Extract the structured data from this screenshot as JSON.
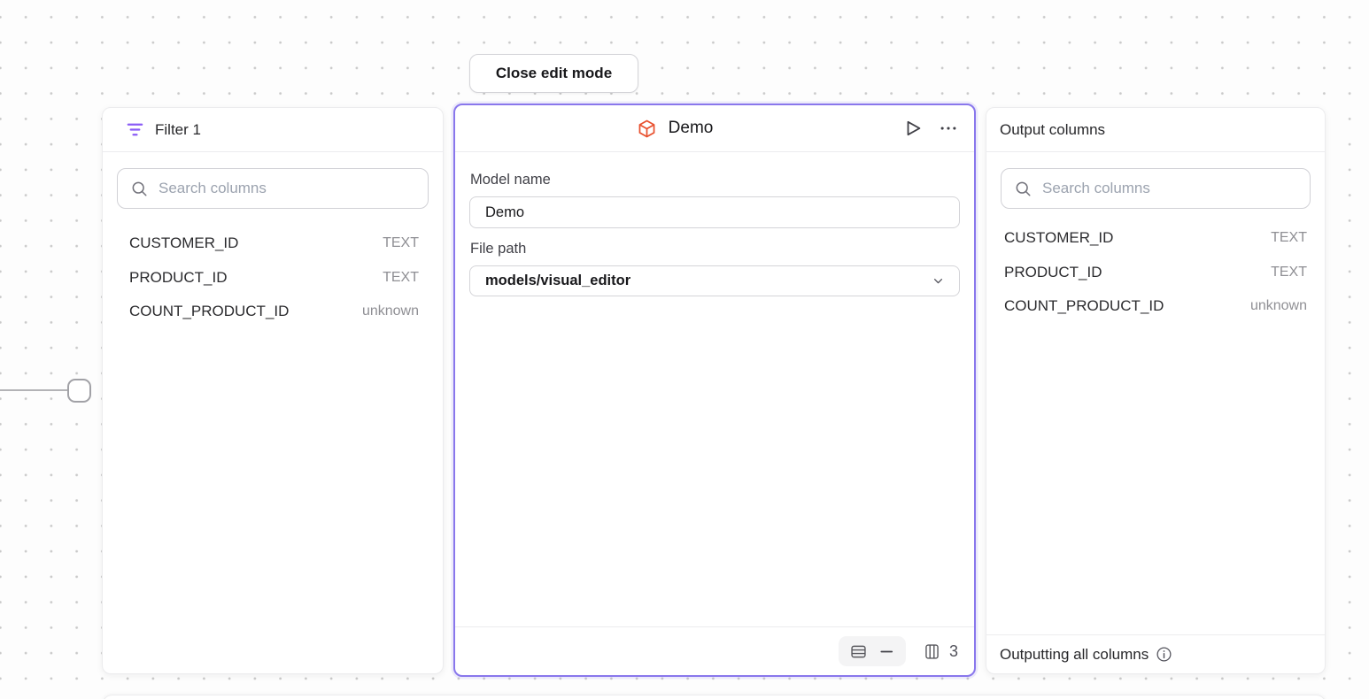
{
  "toolbar": {
    "close_label": "Close edit mode"
  },
  "filter_panel": {
    "title": "Filter 1",
    "search_placeholder": "Search columns",
    "columns": [
      {
        "name": "CUSTOMER_ID",
        "type": "TEXT"
      },
      {
        "name": "PRODUCT_ID",
        "type": "TEXT"
      },
      {
        "name": "COUNT_PRODUCT_ID",
        "type": "unknown"
      }
    ]
  },
  "model_panel": {
    "title": "Demo",
    "name_label": "Model name",
    "name_value": "Demo",
    "path_label": "File path",
    "path_value": "models/visual_editor",
    "columns_count": "3"
  },
  "output_panel": {
    "title": "Output columns",
    "search_placeholder": "Search columns",
    "columns": [
      {
        "name": "CUSTOMER_ID",
        "type": "TEXT"
      },
      {
        "name": "PRODUCT_ID",
        "type": "TEXT"
      },
      {
        "name": "COUNT_PRODUCT_ID",
        "type": "unknown"
      }
    ],
    "footer_text": "Outputting all columns"
  },
  "colors": {
    "accent_purple": "#8977ec",
    "filter_icon_purple": "#8b5cf6",
    "cube_orange": "#e8502e",
    "grid_dot": "#c9c9c9"
  }
}
